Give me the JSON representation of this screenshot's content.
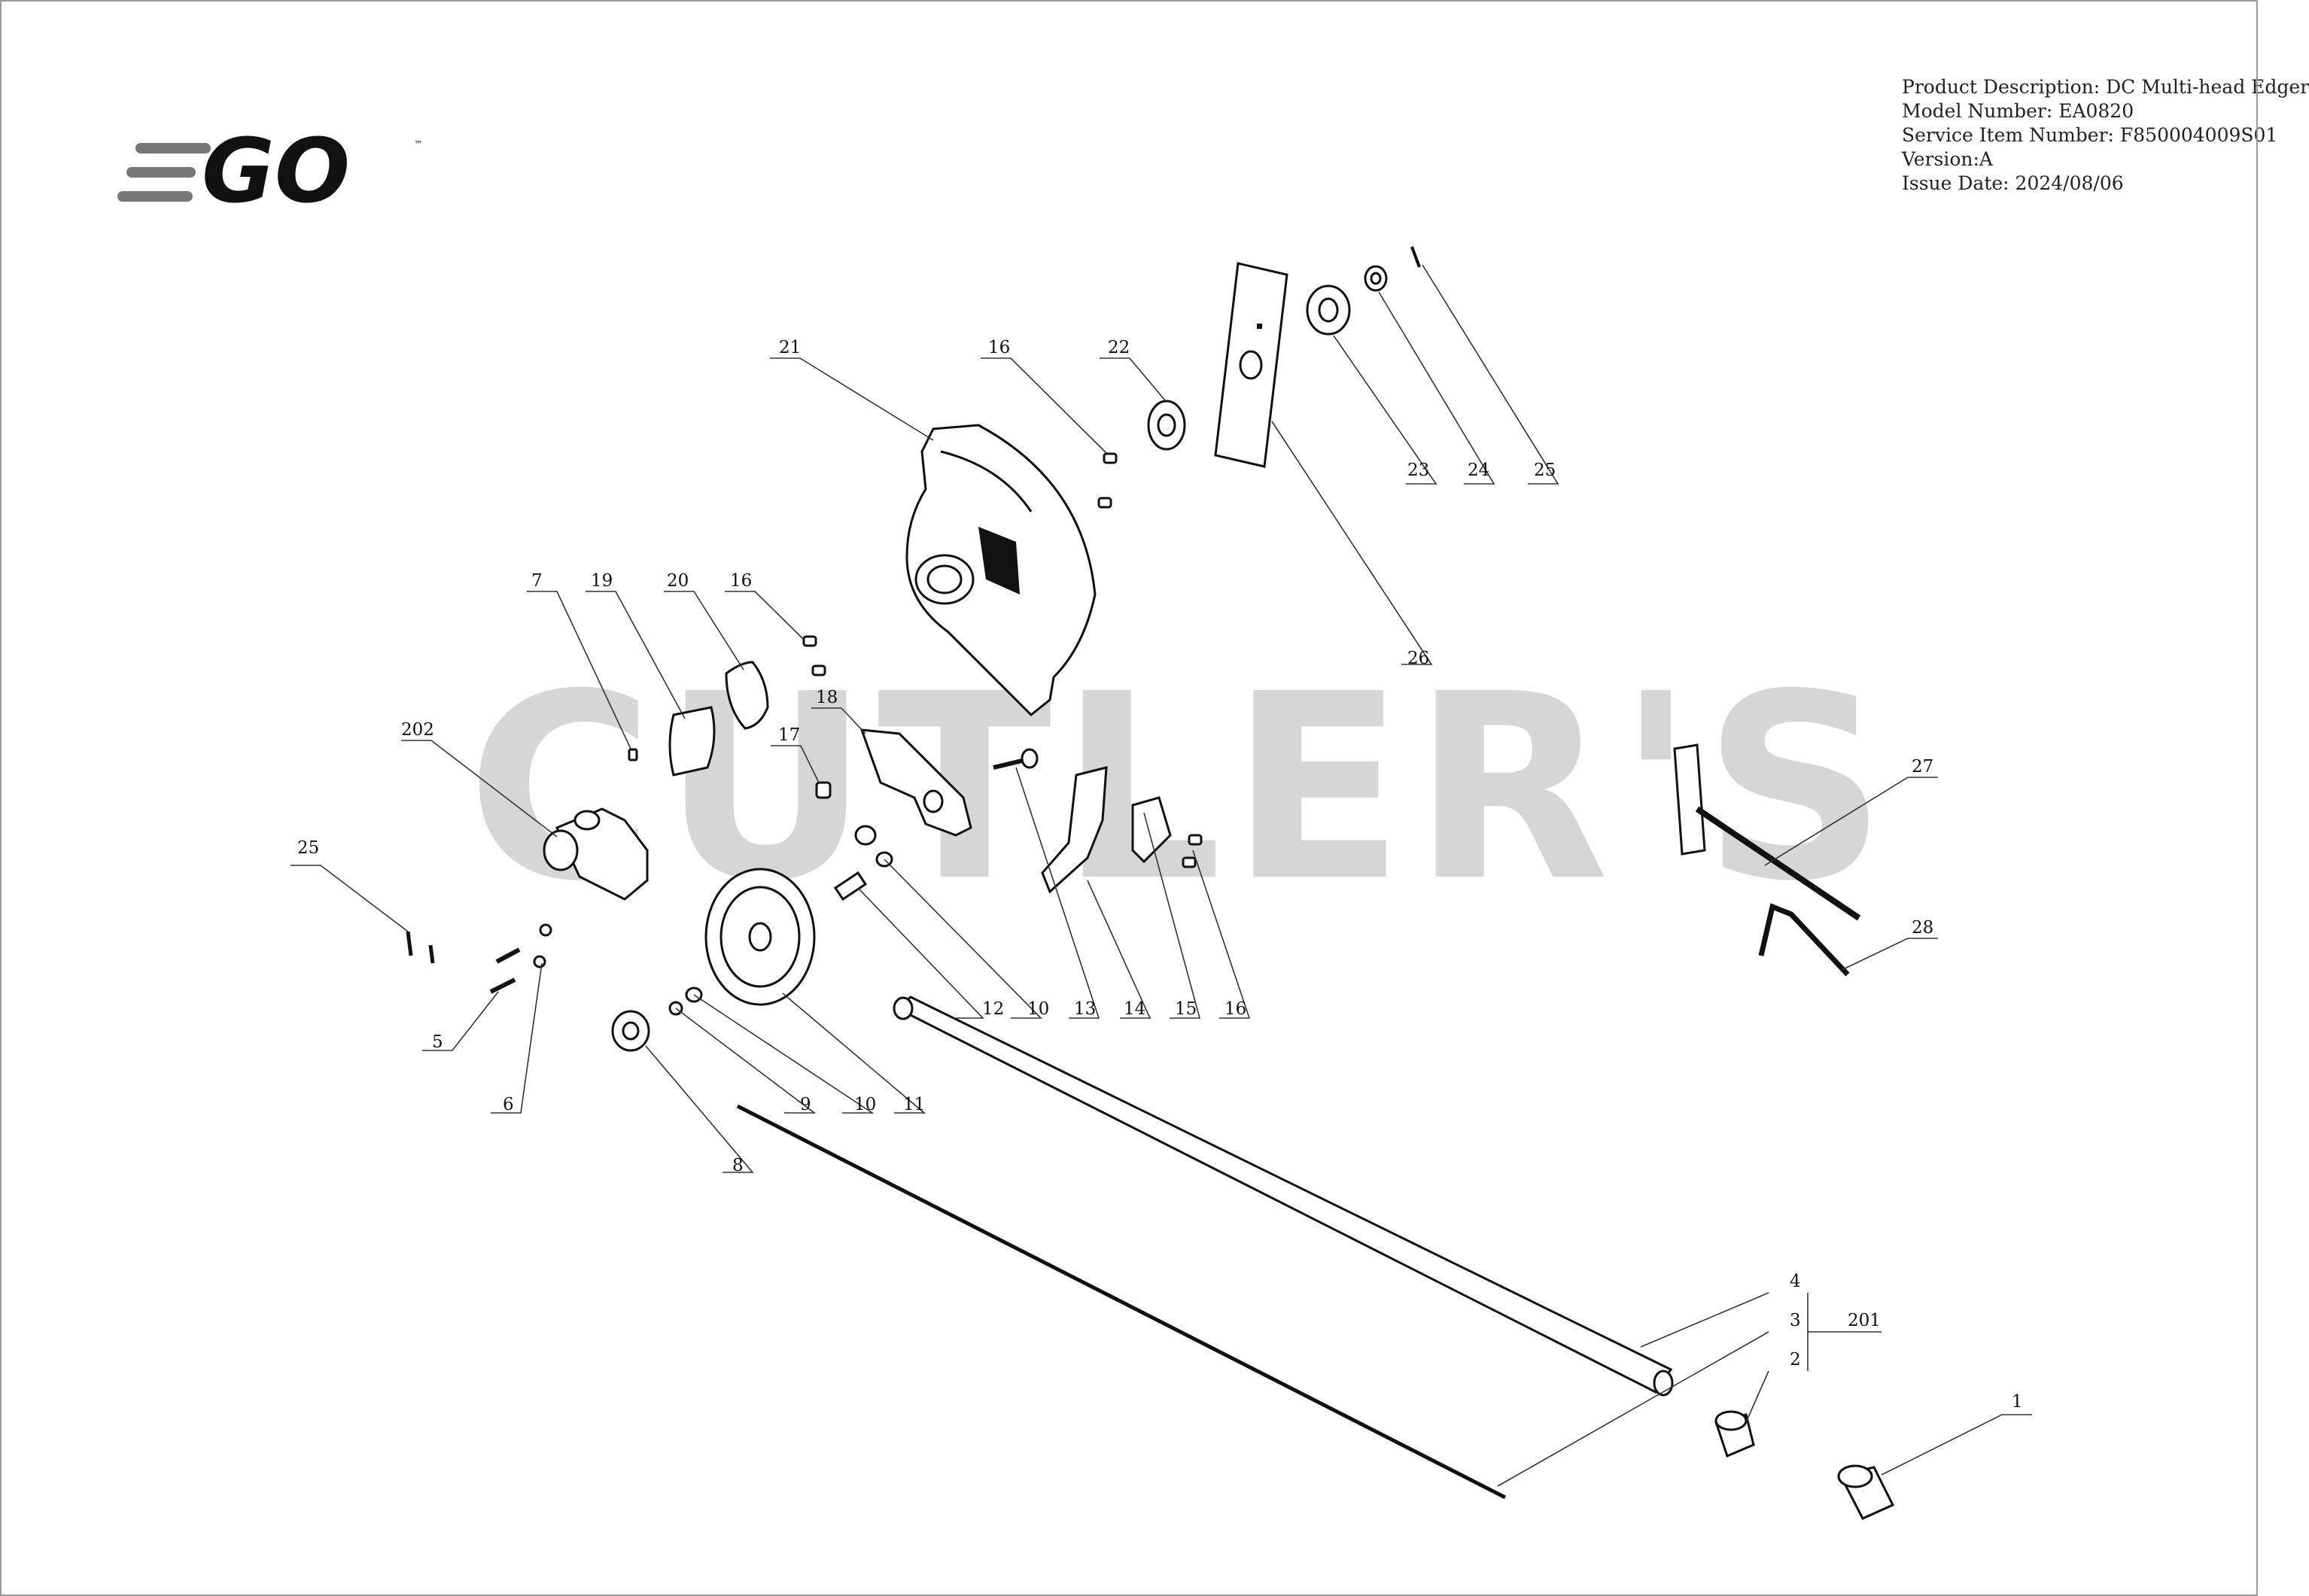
{
  "brand": {
    "logo_text": "GO",
    "trademark": "™"
  },
  "watermark": "CUTLER'S",
  "product_info": {
    "description": "Product Description: DC Multi-head Edger",
    "model": "Model Number: EA0820",
    "service_item": "Service Item Number: F850004009S01",
    "version": "Version:A",
    "issue_date": "Issue Date: 2024/08/06"
  },
  "callouts": {
    "c21": "21",
    "c16a": "16",
    "c22": "22",
    "c23": "23",
    "c24": "24",
    "c25a": "25",
    "c26": "26",
    "c7": "7",
    "c19": "19",
    "c20": "20",
    "c16b": "16",
    "c18": "18",
    "c17": "17",
    "c202": "202",
    "c25b": "25",
    "c5": "5",
    "c6": "6",
    "c8": "8",
    "c9": "9",
    "c10a": "10",
    "c11": "11",
    "c12": "12",
    "c10b": "10",
    "c13": "13",
    "c14": "14",
    "c15": "15",
    "c16c": "16",
    "c27": "27",
    "c28": "28",
    "c4": "4",
    "c3": "3",
    "c2": "2",
    "c201": "201",
    "c1": "1"
  }
}
